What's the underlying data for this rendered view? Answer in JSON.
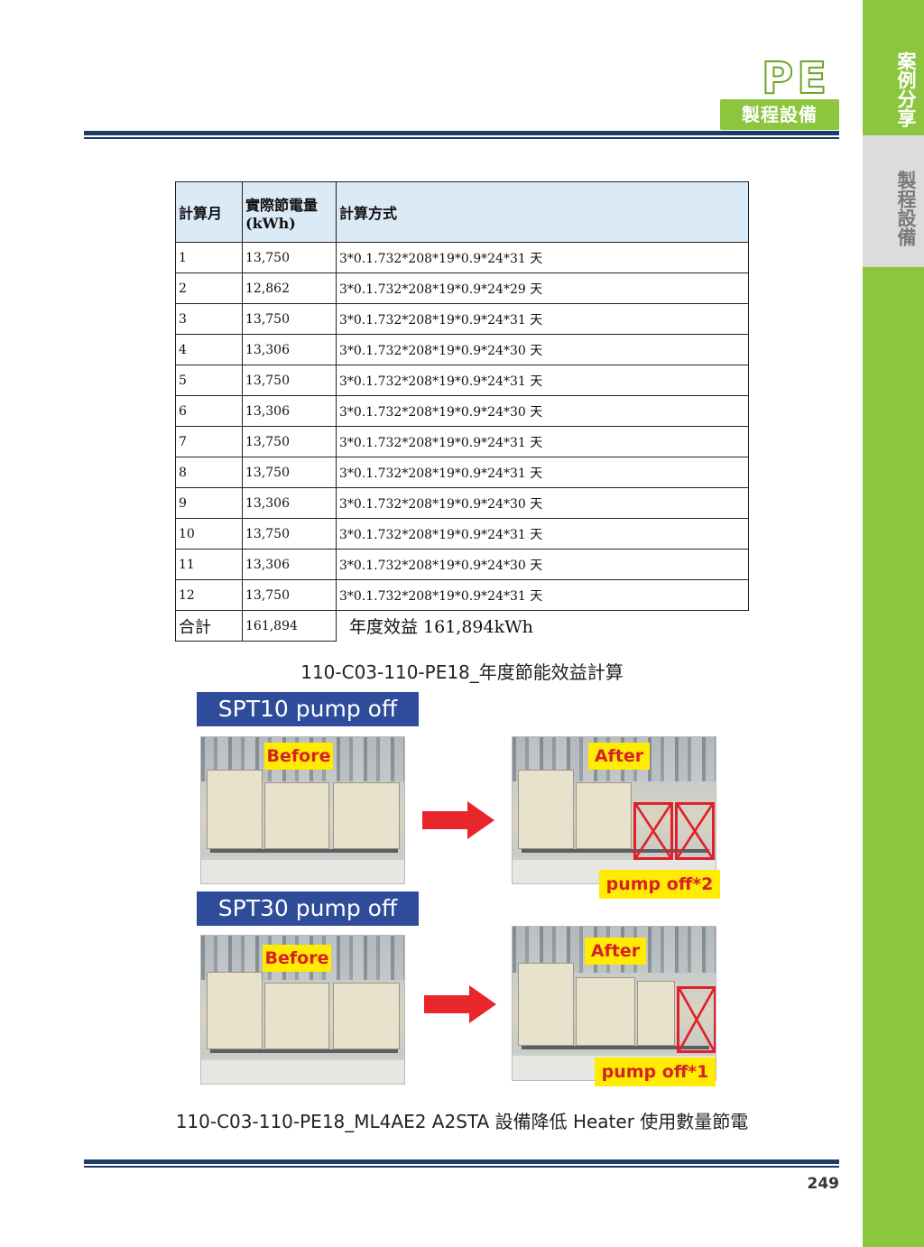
{
  "side": {
    "active_tab": "案例分享",
    "grey_tab": "製程設備"
  },
  "header": {
    "logo": "PE",
    "band": "製程設備"
  },
  "table": {
    "headers": [
      "計算月",
      "實際節電量(kWh)",
      "計算方式"
    ],
    "rows": [
      [
        "1",
        "13,750",
        "3*0.1.732*208*19*0.9*24*31 天"
      ],
      [
        "2",
        "12,862",
        "3*0.1.732*208*19*0.9*24*29 天"
      ],
      [
        "3",
        "13,750",
        "3*0.1.732*208*19*0.9*24*31 天"
      ],
      [
        "4",
        "13,306",
        "3*0.1.732*208*19*0.9*24*30 天"
      ],
      [
        "5",
        "13,750",
        "3*0.1.732*208*19*0.9*24*31 天"
      ],
      [
        "6",
        "13,306",
        "3*0.1.732*208*19*0.9*24*30 天"
      ],
      [
        "7",
        "13,750",
        "3*0.1.732*208*19*0.9*24*31 天"
      ],
      [
        "8",
        "13,750",
        "3*0.1.732*208*19*0.9*24*31 天"
      ],
      [
        "9",
        "13,306",
        "3*0.1.732*208*19*0.9*24*30 天"
      ],
      [
        "10",
        "13,750",
        "3*0.1.732*208*19*0.9*24*31 天"
      ],
      [
        "11",
        "13,306",
        "3*0.1.732*208*19*0.9*24*30 天"
      ],
      [
        "12",
        "13,750",
        "3*0.1.732*208*19*0.9*24*31 天"
      ]
    ],
    "total_label": "合計",
    "total_value": "161,894",
    "annual_benefit": "年度效益 161,894kWh"
  },
  "caption1": "110-C03-110-PE18_年度節能效益計算",
  "section1": {
    "title": "SPT10 pump off",
    "before": "Before",
    "after": "After",
    "note": "pump off*2"
  },
  "section2": {
    "title": "SPT30 pump off",
    "before": "Before",
    "after": "After",
    "note": "pump off*1"
  },
  "caption2": "110-C03-110-PE18_ML4AE2 A2STA 設備降低 Heater 使用數量節電",
  "page_number": "249",
  "colors": {
    "green": "#8cc63f",
    "navy": "#1e3d66",
    "banner_blue": "#2f4c9a",
    "tag_yellow": "#ffec00",
    "mark_red": "#e0202a"
  }
}
